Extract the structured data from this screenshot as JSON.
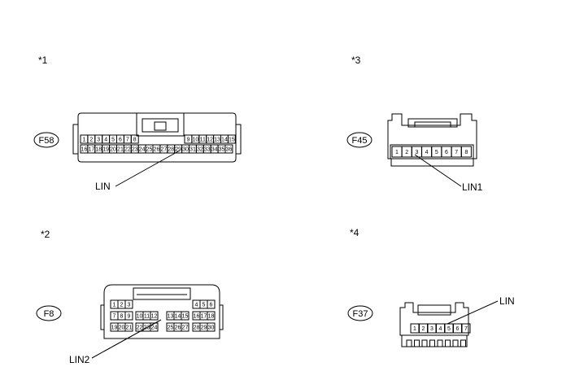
{
  "connectors": [
    {
      "note": "*1",
      "code": "F58",
      "pins_top": [
        "1",
        "2",
        "3",
        "4",
        "5",
        "6",
        "7",
        "8",
        "9",
        "10",
        "11",
        "12",
        "13",
        "14",
        "15"
      ],
      "pins_bottom": [
        "16",
        "17",
        "18",
        "19",
        "20",
        "21",
        "22",
        "23",
        "24",
        "25",
        "26",
        "27",
        "28",
        "29",
        "30",
        "31",
        "32",
        "33",
        "34",
        "35",
        "36"
      ],
      "callout": "LIN"
    },
    {
      "note": "*3",
      "code": "F45",
      "pins": [
        "1",
        "2",
        "3",
        "4",
        "5",
        "6",
        "7",
        "8"
      ],
      "callout": "LIN1"
    },
    {
      "note": "*2",
      "code": "F8",
      "rows": [
        [
          "1",
          "2",
          "3",
          "",
          "",
          "",
          "",
          "4",
          "5",
          "6"
        ],
        [
          "7",
          "8",
          "9",
          "10",
          "11",
          "12",
          "13",
          "14",
          "15",
          "16",
          "17",
          "18"
        ],
        [
          "19",
          "20",
          "21",
          "22",
          "23",
          "24",
          "25",
          "26",
          "27",
          "28",
          "29",
          "30"
        ]
      ],
      "callout": "LIN2"
    },
    {
      "note": "*4",
      "code": "F37",
      "pins": [
        "1",
        "2",
        "3",
        "4",
        "5",
        "6",
        "7"
      ],
      "callout": "LIN"
    }
  ]
}
